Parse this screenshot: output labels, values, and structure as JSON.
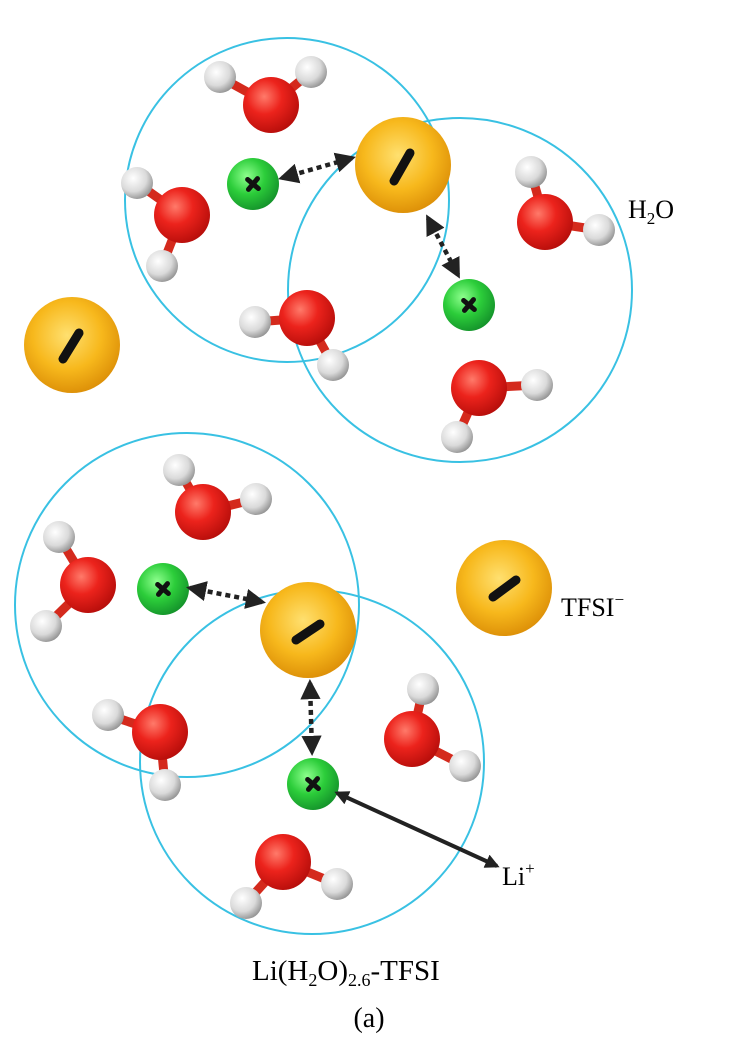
{
  "labels": {
    "water": {
      "main": "H",
      "sub": "2",
      "tail": "O"
    },
    "anion": {
      "main": "TFSI",
      "sup": "−"
    },
    "cation": {
      "main": "Li",
      "sup": "+"
    },
    "formula": {
      "a": "Li(H",
      "b": "2",
      "c": "O)",
      "d": "2.6",
      "e": "-TFSI"
    },
    "panel": "(a)"
  },
  "colors": {
    "shell": "#39c1e3",
    "oxygen": "#e8201c",
    "hydrogen": "#e6e6e6",
    "lithium": "#2cc93a",
    "tfsi": "#f5b51a",
    "arrow": "#222222"
  },
  "symbols": {
    "cation_sign": "plus",
    "anion_sign": "minus"
  }
}
